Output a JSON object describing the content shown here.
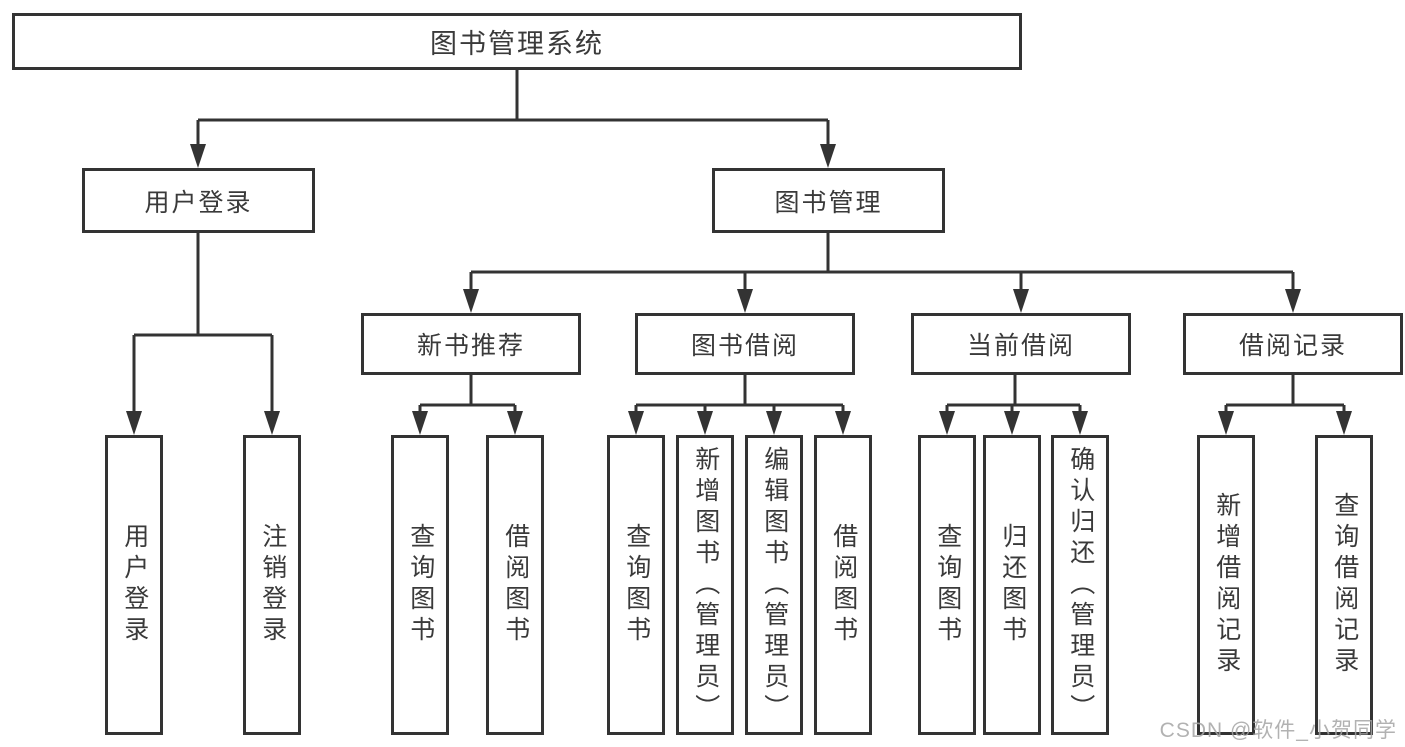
{
  "diagram_title": "图书管理系统",
  "watermark": "CSDN @软件_小贺同学",
  "colors": {
    "line": "#333333",
    "box_border": "#333333",
    "box_fill": "#ffffff",
    "text": "#3a3a3a",
    "watermark": "#a5a5a5",
    "background": "#ffffff"
  },
  "tree": {
    "root": {
      "label": "图书管理系统"
    },
    "branches": [
      {
        "label": "用户登录",
        "children": [
          {
            "label": "用户登录"
          },
          {
            "label": "注销登录"
          }
        ]
      },
      {
        "label": "图书管理",
        "children": [
          {
            "label": "新书推荐",
            "children": [
              {
                "label": "查询图书"
              },
              {
                "label": "借阅图书"
              }
            ]
          },
          {
            "label": "图书借阅",
            "children": [
              {
                "label": "查询图书"
              },
              {
                "label": "新增图书（管理员）"
              },
              {
                "label": "编辑图书（管理员）"
              },
              {
                "label": "借阅图书"
              }
            ]
          },
          {
            "label": "当前借阅",
            "children": [
              {
                "label": "查询图书"
              },
              {
                "label": "归还图书"
              },
              {
                "label": "确认归还（管理员）"
              }
            ]
          },
          {
            "label": "借阅记录",
            "children": [
              {
                "label": "新增借阅记录"
              },
              {
                "label": "查询借阅记录"
              }
            ]
          }
        ]
      }
    ]
  }
}
